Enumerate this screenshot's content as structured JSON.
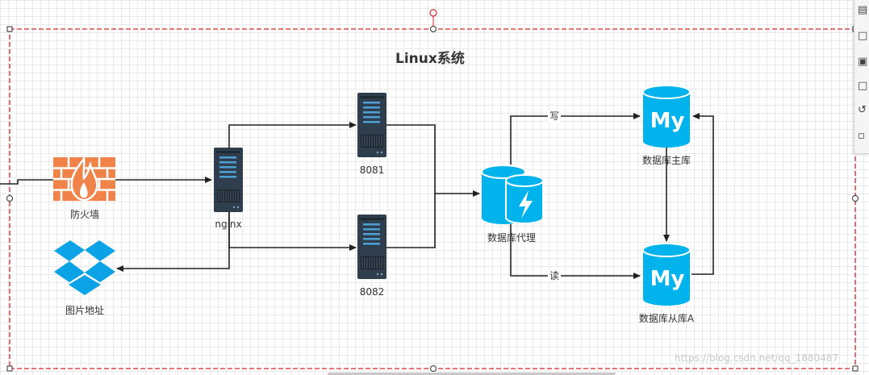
{
  "title": "Linux系统",
  "nodes": {
    "firewall": "防火墙",
    "nginx": "nginx",
    "server1": "8081",
    "server2": "8082",
    "proxy": "数据库代理",
    "master": "数据库主库",
    "slave": "数据库从库A",
    "images": "图片地址"
  },
  "edges": {
    "write": "写",
    "read": "读"
  },
  "mysql_logo": "My",
  "watermark": "https://blog.csdn.net/qq_1880487",
  "colors": {
    "selection": "#d9262b",
    "firewall": "#f0834a",
    "server": "#2f3e4c",
    "server_light": "#4e9fd4",
    "db": "#00b3ec",
    "dropbox": "#0ba3e5",
    "edge": "#222222"
  },
  "toolbar": [
    "format-icon",
    "duplicate-icon",
    "crop-icon",
    "page-icon",
    "rotate-icon",
    "comment-icon"
  ]
}
